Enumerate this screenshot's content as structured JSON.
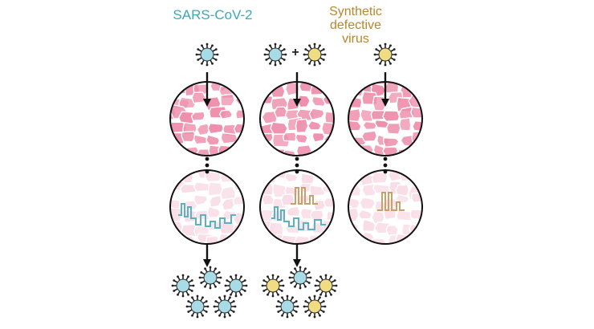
{
  "labels": {
    "sars_cov_2": "SARS-CoV-2",
    "synthetic_line1": "Synthetic",
    "synthetic_line2": "defective",
    "synthetic_line3": "virus",
    "plus": "+"
  },
  "colors": {
    "sars_label": "#3aa9b8",
    "synthetic_label": "#b8862b",
    "sars_virus": "#a7dbe6",
    "synthetic_virus": "#f0dc82",
    "spike": "#222222",
    "infected_cell": "#ee90ad",
    "late_cell": "#f9dde6",
    "viral_rna_sars": "#5bb3bf",
    "viral_rna_synthetic": "#caa06a",
    "arrow": "#111111"
  },
  "columns": [
    {
      "id": "sars-only",
      "input_viruses": [
        "sars"
      ],
      "rna_segments": [
        "sars"
      ],
      "output_viruses": [
        "sars",
        "sars",
        "sars",
        "sars",
        "sars"
      ]
    },
    {
      "id": "co-infection",
      "input_viruses": [
        "sars",
        "synthetic"
      ],
      "rna_segments": [
        "sars",
        "synthetic"
      ],
      "output_viruses": [
        "synthetic",
        "sars",
        "synthetic",
        "sars",
        "synthetic"
      ]
    },
    {
      "id": "synthetic-only",
      "input_viruses": [
        "synthetic"
      ],
      "rna_segments": [
        "synthetic"
      ],
      "output_viruses": []
    }
  ]
}
